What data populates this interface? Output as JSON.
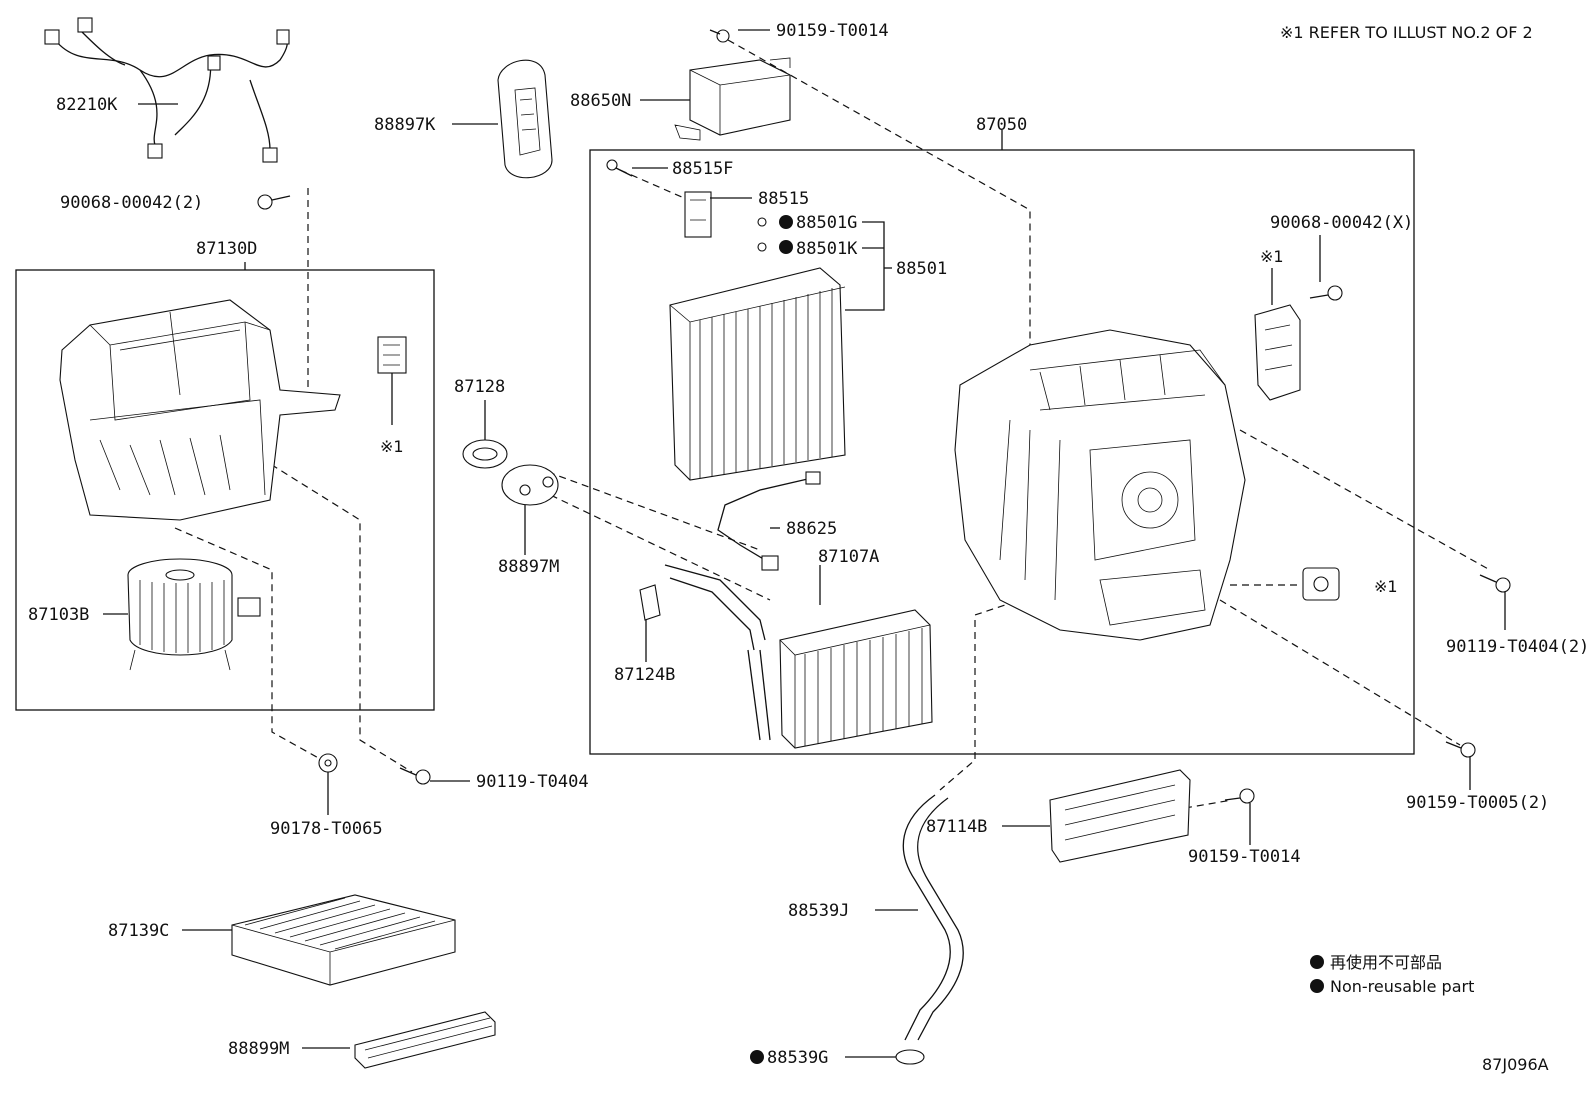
{
  "note_ref": "※1 REFER TO ILLUST NO.2 OF 2",
  "diagram_code": "87J096A",
  "legend": {
    "item1": "再使用不可部品",
    "item2": "Non-reusable part"
  },
  "ref_mark": "※1",
  "parts": {
    "p82210K": "82210K",
    "p88897K": "88897K",
    "p88650N": "88650N",
    "p90159_T0014_top": "90159-T0014",
    "p87050": "87050",
    "p90068_00042_2": "90068-00042(2)",
    "p87130D": "87130D",
    "p88515F": "88515F",
    "p88515": "88515",
    "p88501G": "88501G",
    "p88501K": "88501K",
    "p88501": "88501",
    "p90068_00042_X": "90068-00042(X)",
    "p87128": "87128",
    "p88625": "88625",
    "p88897M": "88897M",
    "p87107A": "87107A",
    "p87103B": "87103B",
    "p87124B": "87124B",
    "p90119_T0404_2": "90119-T0404(2)",
    "p90119_T0404": "90119-T0404",
    "p90178_T0065": "90178-T0065",
    "p87114B": "87114B",
    "p90159_T0014_btm": "90159-T0014",
    "p90159_T0005_2": "90159-T0005(2)",
    "p88539J": "88539J",
    "p87139C": "87139C",
    "p88899M": "88899M",
    "p88539G": "88539G"
  }
}
